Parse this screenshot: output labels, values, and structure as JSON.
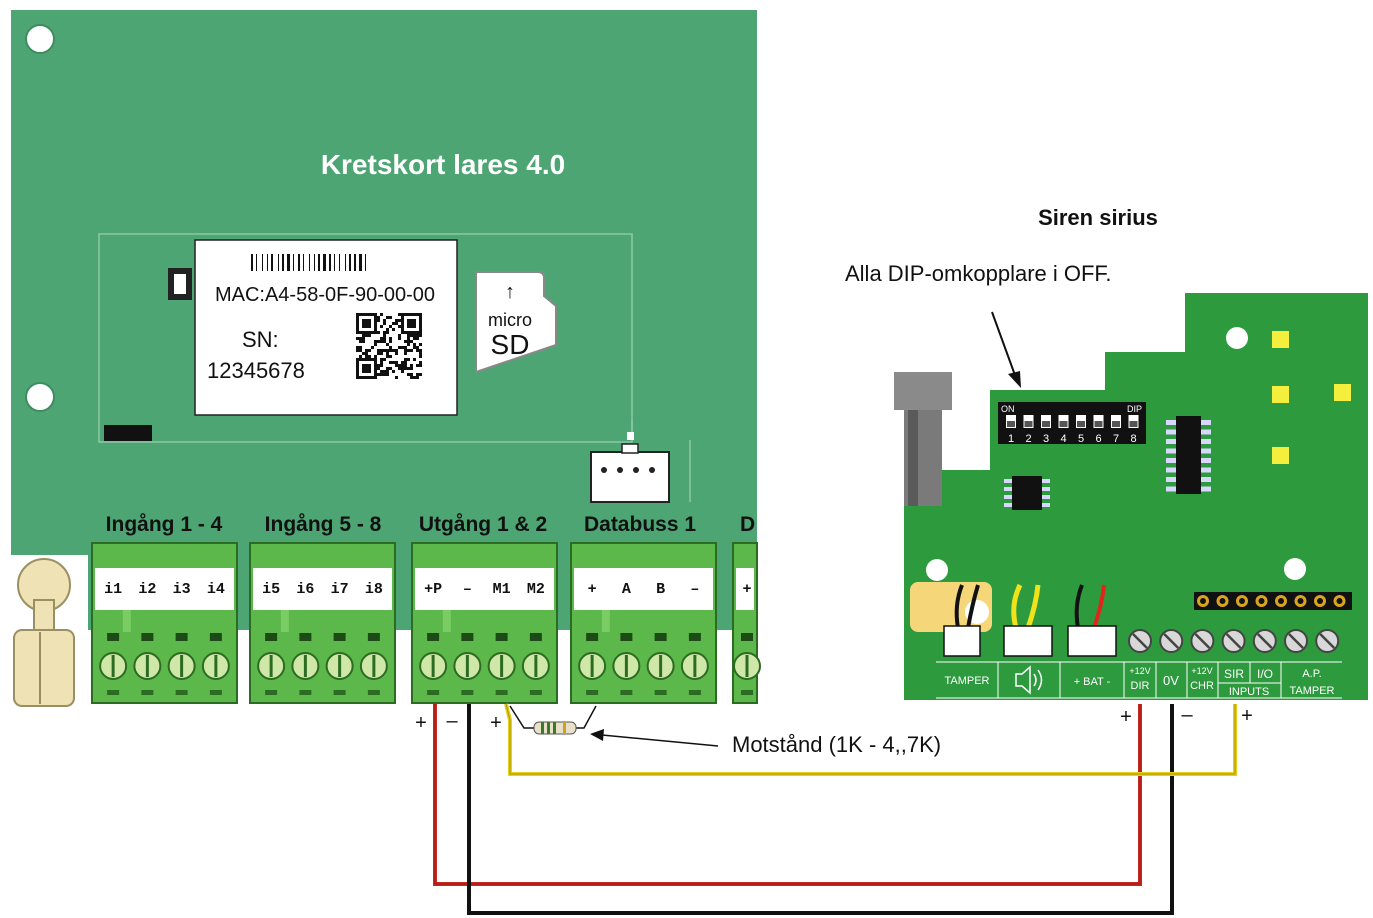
{
  "board": {
    "title": "Kretskort lares 4.0",
    "mac": "MAC:A4-58-0F-90-00-00",
    "sn_label": "SN:",
    "sn_value": "12345678",
    "sd_micro": "micro",
    "sd_sd": "SD",
    "sd_arrow": "↑",
    "groups": [
      {
        "title": "Ingång 1 - 4",
        "pins": [
          "i1",
          "i2",
          "i3",
          "i4"
        ]
      },
      {
        "title": "Ingång 5 - 8",
        "pins": [
          "i5",
          "i6",
          "i7",
          "i8"
        ]
      },
      {
        "title": "Utgång 1 & 2",
        "pins": [
          "+P",
          "–",
          "M1",
          "M2"
        ]
      },
      {
        "title": "Databuss 1",
        "pins": [
          "+",
          "A",
          "B",
          "–"
        ]
      },
      {
        "title": "D",
        "pins": [
          "+"
        ]
      }
    ]
  },
  "siren": {
    "title": "Siren sirius",
    "note": "Alla DIP-omkopplare i OFF.",
    "dip_on": "ON",
    "dip_label": "DIP",
    "dip_numbers": [
      "1",
      "2",
      "3",
      "4",
      "5",
      "6",
      "7",
      "8"
    ],
    "labels": {
      "tamper": "TAMPER",
      "bat": "+ BAT -",
      "v12dir_top": "+12V",
      "v12dir_bottom": "DIR",
      "ov": "0V",
      "v12chr_top": "+12V",
      "v12chr_bottom": "CHR",
      "sir": "SIR",
      "io": "I/O",
      "inputs": "INPUTS",
      "ap": "A.P.",
      "ap_tamper": "TAMPER"
    }
  },
  "wiring": {
    "resistor_label": "Motstånd (1K - 4,,7K)",
    "board_plus_1": "+",
    "board_minus": "–",
    "board_plus_2": "+",
    "siren_plus_1": "+",
    "siren_minus": "–",
    "siren_plus_2": "+"
  },
  "colors": {
    "board": "#4ea574",
    "siren_board": "#2d9a3e",
    "terminal": "#5cb84a",
    "wire_red": "#c8281e",
    "wire_black": "#111111",
    "wire_yellow": "#e8cf18"
  }
}
